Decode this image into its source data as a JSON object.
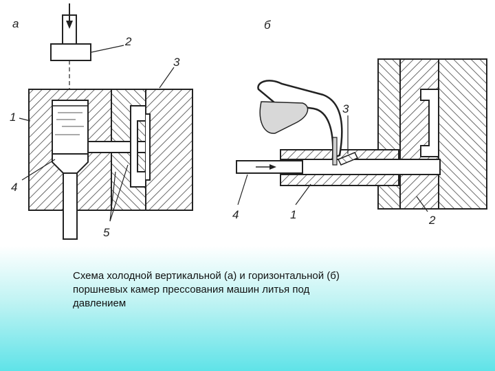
{
  "figure": {
    "left": {
      "panel_label": "а",
      "labels": {
        "one": "1",
        "two": "2",
        "three": "3",
        "four": "4",
        "five": "5"
      }
    },
    "right": {
      "panel_label": "б",
      "labels": {
        "one": "1",
        "two": "2",
        "three": "3",
        "four": "4"
      }
    }
  },
  "caption": {
    "line1": "Схема холодной вертикальной (а) и горизонтальной (б)",
    "line2": "поршневых камер прессования машин литья под",
    "line3": "давлением"
  }
}
